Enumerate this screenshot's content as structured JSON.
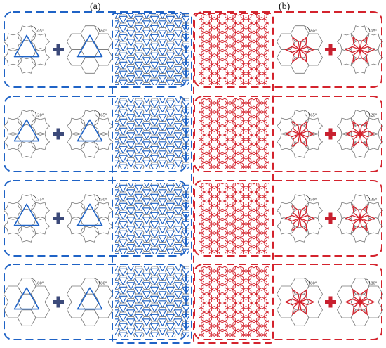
{
  "panels": [
    {
      "label": "(a)",
      "color": "#1f63c6"
    },
    {
      "label": "(b)",
      "color": "#d4232d"
    }
  ],
  "colors": {
    "hex": "#777777",
    "plus_blue": "#3c4a7a",
    "plus_red": "#c8202f"
  },
  "rows": [
    {
      "left_angle": "105°",
      "right_angle": "180°",
      "red_left_angle": "180°",
      "red_right_angle": "105°"
    },
    {
      "left_angle": "120°",
      "right_angle": "165°",
      "red_left_angle": "165°",
      "red_right_angle": "120°"
    },
    {
      "left_angle": "135°",
      "right_angle": "150°",
      "red_left_angle": "150°",
      "red_right_angle": "135°"
    },
    {
      "left_angle": "180°",
      "right_angle": "180°",
      "red_left_angle": "180°",
      "red_right_angle": "180°"
    }
  ]
}
